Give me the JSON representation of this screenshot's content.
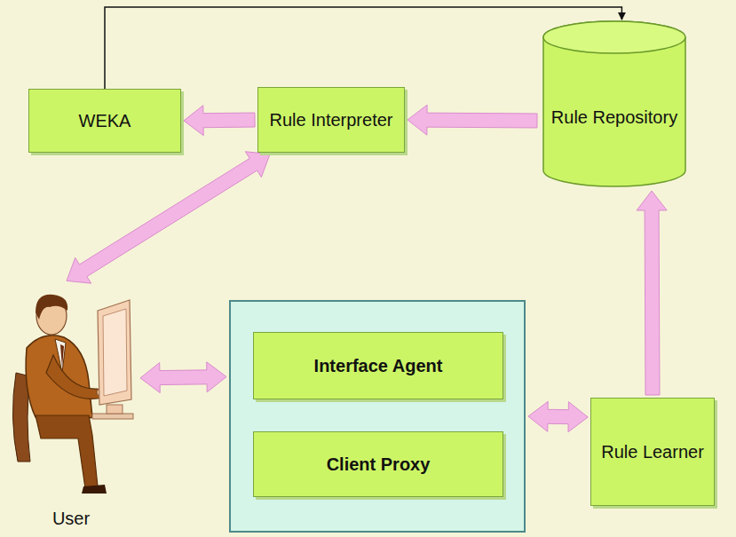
{
  "diagram": {
    "nodes": [
      {
        "text": [
          "WEKA"
        ]
      },
      {
        "text": [
          "Rule Interpreter"
        ]
      },
      {
        "text": [
          "Rule Repository"
        ]
      },
      {
        "text": [
          "User"
        ]
      },
      {
        "text": []
      },
      {
        "text": [
          "Interface Agent"
        ],
        "in": 4
      },
      {
        "text": [
          "Client Proxy"
        ],
        "in": 4
      },
      {
        "text": [
          "Rule Learner"
        ]
      }
    ],
    "edges": [
      {
        "from": 2,
        "to": 1,
        "arrow": "to"
      },
      {
        "from": 1,
        "to": 0,
        "arrow": "to"
      },
      {
        "from": 0,
        "to": 2,
        "arrow": "to"
      },
      {
        "from": 3,
        "to": 1,
        "arrow": "both"
      },
      {
        "from": 3,
        "to": 4,
        "arrow": "both"
      },
      {
        "from": 4,
        "to": 7,
        "arrow": "both"
      },
      {
        "from": 7,
        "to": 2,
        "arrow": "to"
      }
    ]
  }
}
